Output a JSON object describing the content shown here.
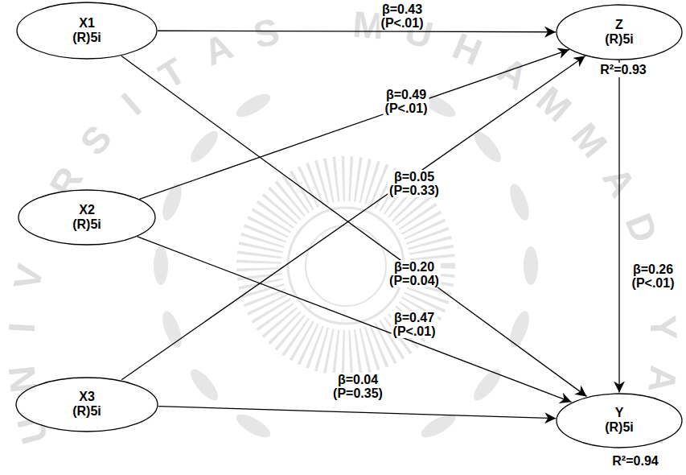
{
  "diagram": {
    "nodes": [
      {
        "text": [
          "X1",
          "(R)5i"
        ]
      },
      {
        "text": [
          "Z",
          "(R)5i"
        ]
      },
      {
        "text": [
          "X2",
          "(R)5i"
        ]
      },
      {
        "text": [
          "X3",
          "(R)5i"
        ]
      },
      {
        "text": [
          "Y",
          "(R)5i"
        ]
      }
    ],
    "edges": [
      {
        "from": 0,
        "to": 1,
        "arrow": "to",
        "label": "β=0.43 (P<.01)"
      },
      {
        "from": 2,
        "to": 1,
        "arrow": "to",
        "label": "β=0.49 (P<.01)"
      },
      {
        "from": 3,
        "to": 1,
        "arrow": "to",
        "label": "β=0.05 (P=0.33)"
      },
      {
        "from": 0,
        "to": 4,
        "arrow": "to",
        "label": "β=0.20 (P=0.04)"
      },
      {
        "from": 2,
        "to": 4,
        "arrow": "to",
        "label": "β=0.47 (P<.01)"
      },
      {
        "from": 3,
        "to": 4,
        "arrow": "to",
        "label": "β=0.04 (P=0.35)"
      },
      {
        "from": 1,
        "to": 4,
        "arrow": "to",
        "label": "β=0.26 (P<.01)"
      }
    ],
    "labels": [
      "R²=0.93",
      "R²=0.94",
      "UNIVERSITAS MUHAMMADIYAH"
    ]
  }
}
